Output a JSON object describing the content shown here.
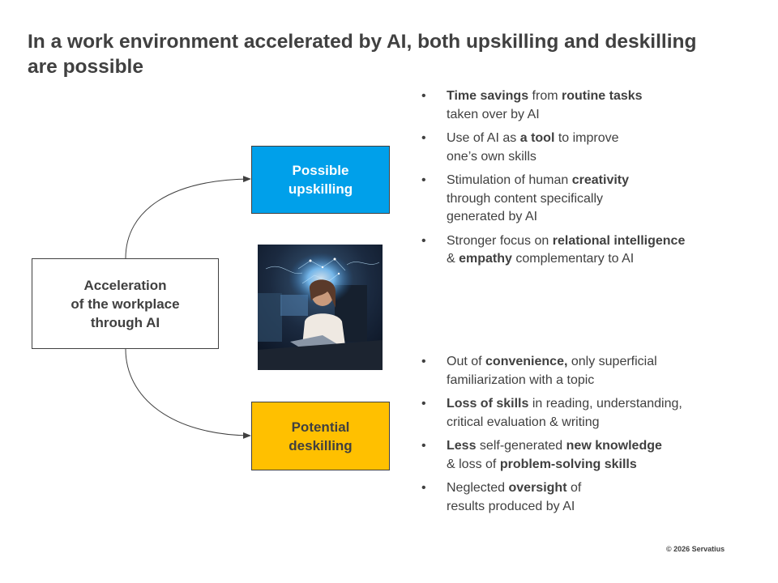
{
  "slide": {
    "title": "In a work environment accelerated by AI, both upskilling and deskilling are possible",
    "copyright": "© 2026 Servatius"
  },
  "diagram": {
    "center_label": "Acceleration\nof the workplace\nthrough AI",
    "upskilling_label": "Possible\nupskilling",
    "deskilling_label": "Potential\ndeskilling",
    "colors": {
      "upskilling": "#00a0ea",
      "deskilling": "#ffc000",
      "text": "#404040"
    }
  },
  "upskilling_points": [
    {
      "parts": [
        {
          "t": "Time savings",
          "b": true
        },
        {
          "t": " from "
        },
        {
          "t": "routine tasks",
          "b": true
        },
        {
          "t": "\ntaken over by AI"
        }
      ]
    },
    {
      "parts": [
        {
          "t": "Use of AI as "
        },
        {
          "t": "a tool",
          "b": true
        },
        {
          "t": " to improve\none’s own skills"
        }
      ]
    },
    {
      "parts": [
        {
          "t": "Stimulation of human "
        },
        {
          "t": "creativity",
          "b": true
        },
        {
          "t": "\nthrough content specifically\ngenerated by AI"
        }
      ]
    },
    {
      "parts": [
        {
          "t": "Stronger focus on "
        },
        {
          "t": "relational intelligence",
          "b": true
        },
        {
          "t": "\n& "
        },
        {
          "t": "empathy",
          "b": true
        },
        {
          "t": " complementary to AI"
        }
      ]
    }
  ],
  "deskilling_points": [
    {
      "parts": [
        {
          "t": "Out of "
        },
        {
          "t": "convenience,",
          "b": true
        },
        {
          "t": " only superficial\nfamiliarization with a topic"
        }
      ]
    },
    {
      "parts": [
        {
          "t": "Loss of skills",
          "b": true
        },
        {
          "t": " in reading, understanding,\ncritical evaluation & writing"
        }
      ]
    },
    {
      "parts": [
        {
          "t": "Less",
          "b": true
        },
        {
          "t": " self-generated "
        },
        {
          "t": "new knowledge",
          "b": true
        },
        {
          "t": "\n& loss of "
        },
        {
          "t": "problem-solving skills",
          "b": true
        }
      ]
    },
    {
      "parts": [
        {
          "t": "Neglected "
        },
        {
          "t": "oversight",
          "b": true
        },
        {
          "t": " of\nresults produced by AI"
        }
      ]
    }
  ]
}
